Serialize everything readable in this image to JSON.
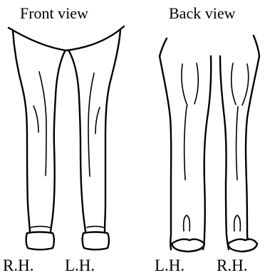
{
  "front_view": {
    "title": "Front view",
    "labels": [
      "R.H.",
      "L.H."
    ]
  },
  "back_view": {
    "title": "Back view",
    "labels": [
      "L.H.",
      "R.H."
    ]
  },
  "colors": {
    "ink": "#000000",
    "background": "#ffffff"
  }
}
